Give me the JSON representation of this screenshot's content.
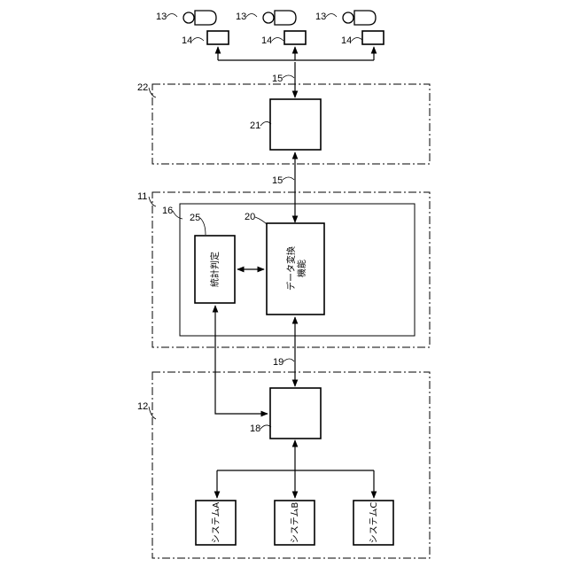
{
  "labels": {
    "user": "13",
    "terminal": "14",
    "network_upper": "15",
    "network_lower": "15",
    "server": "21",
    "outer_block_22": "22",
    "device_11": "11",
    "function_area": "16",
    "stat_block_ref": "25",
    "converter_ref": "20",
    "bus_link": "19",
    "hub": "18",
    "system_group": "12"
  },
  "boxes": {
    "stat_judgement": "統計判定",
    "data_conversion_line1": "データ変換",
    "data_conversion_line2": "機能",
    "system_a": "システムA",
    "system_b": "システムB",
    "system_c": "システムC"
  }
}
